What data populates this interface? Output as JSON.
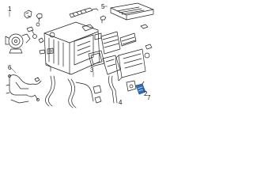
{
  "colors": {
    "line": "#222222",
    "highlight": "#2f6db5",
    "background": "#ffffff"
  },
  "callouts": {
    "c1": "1",
    "c2": "2",
    "c3": "3",
    "c4": "4",
    "c5": "5",
    "c6": "6",
    "c7": "7"
  }
}
